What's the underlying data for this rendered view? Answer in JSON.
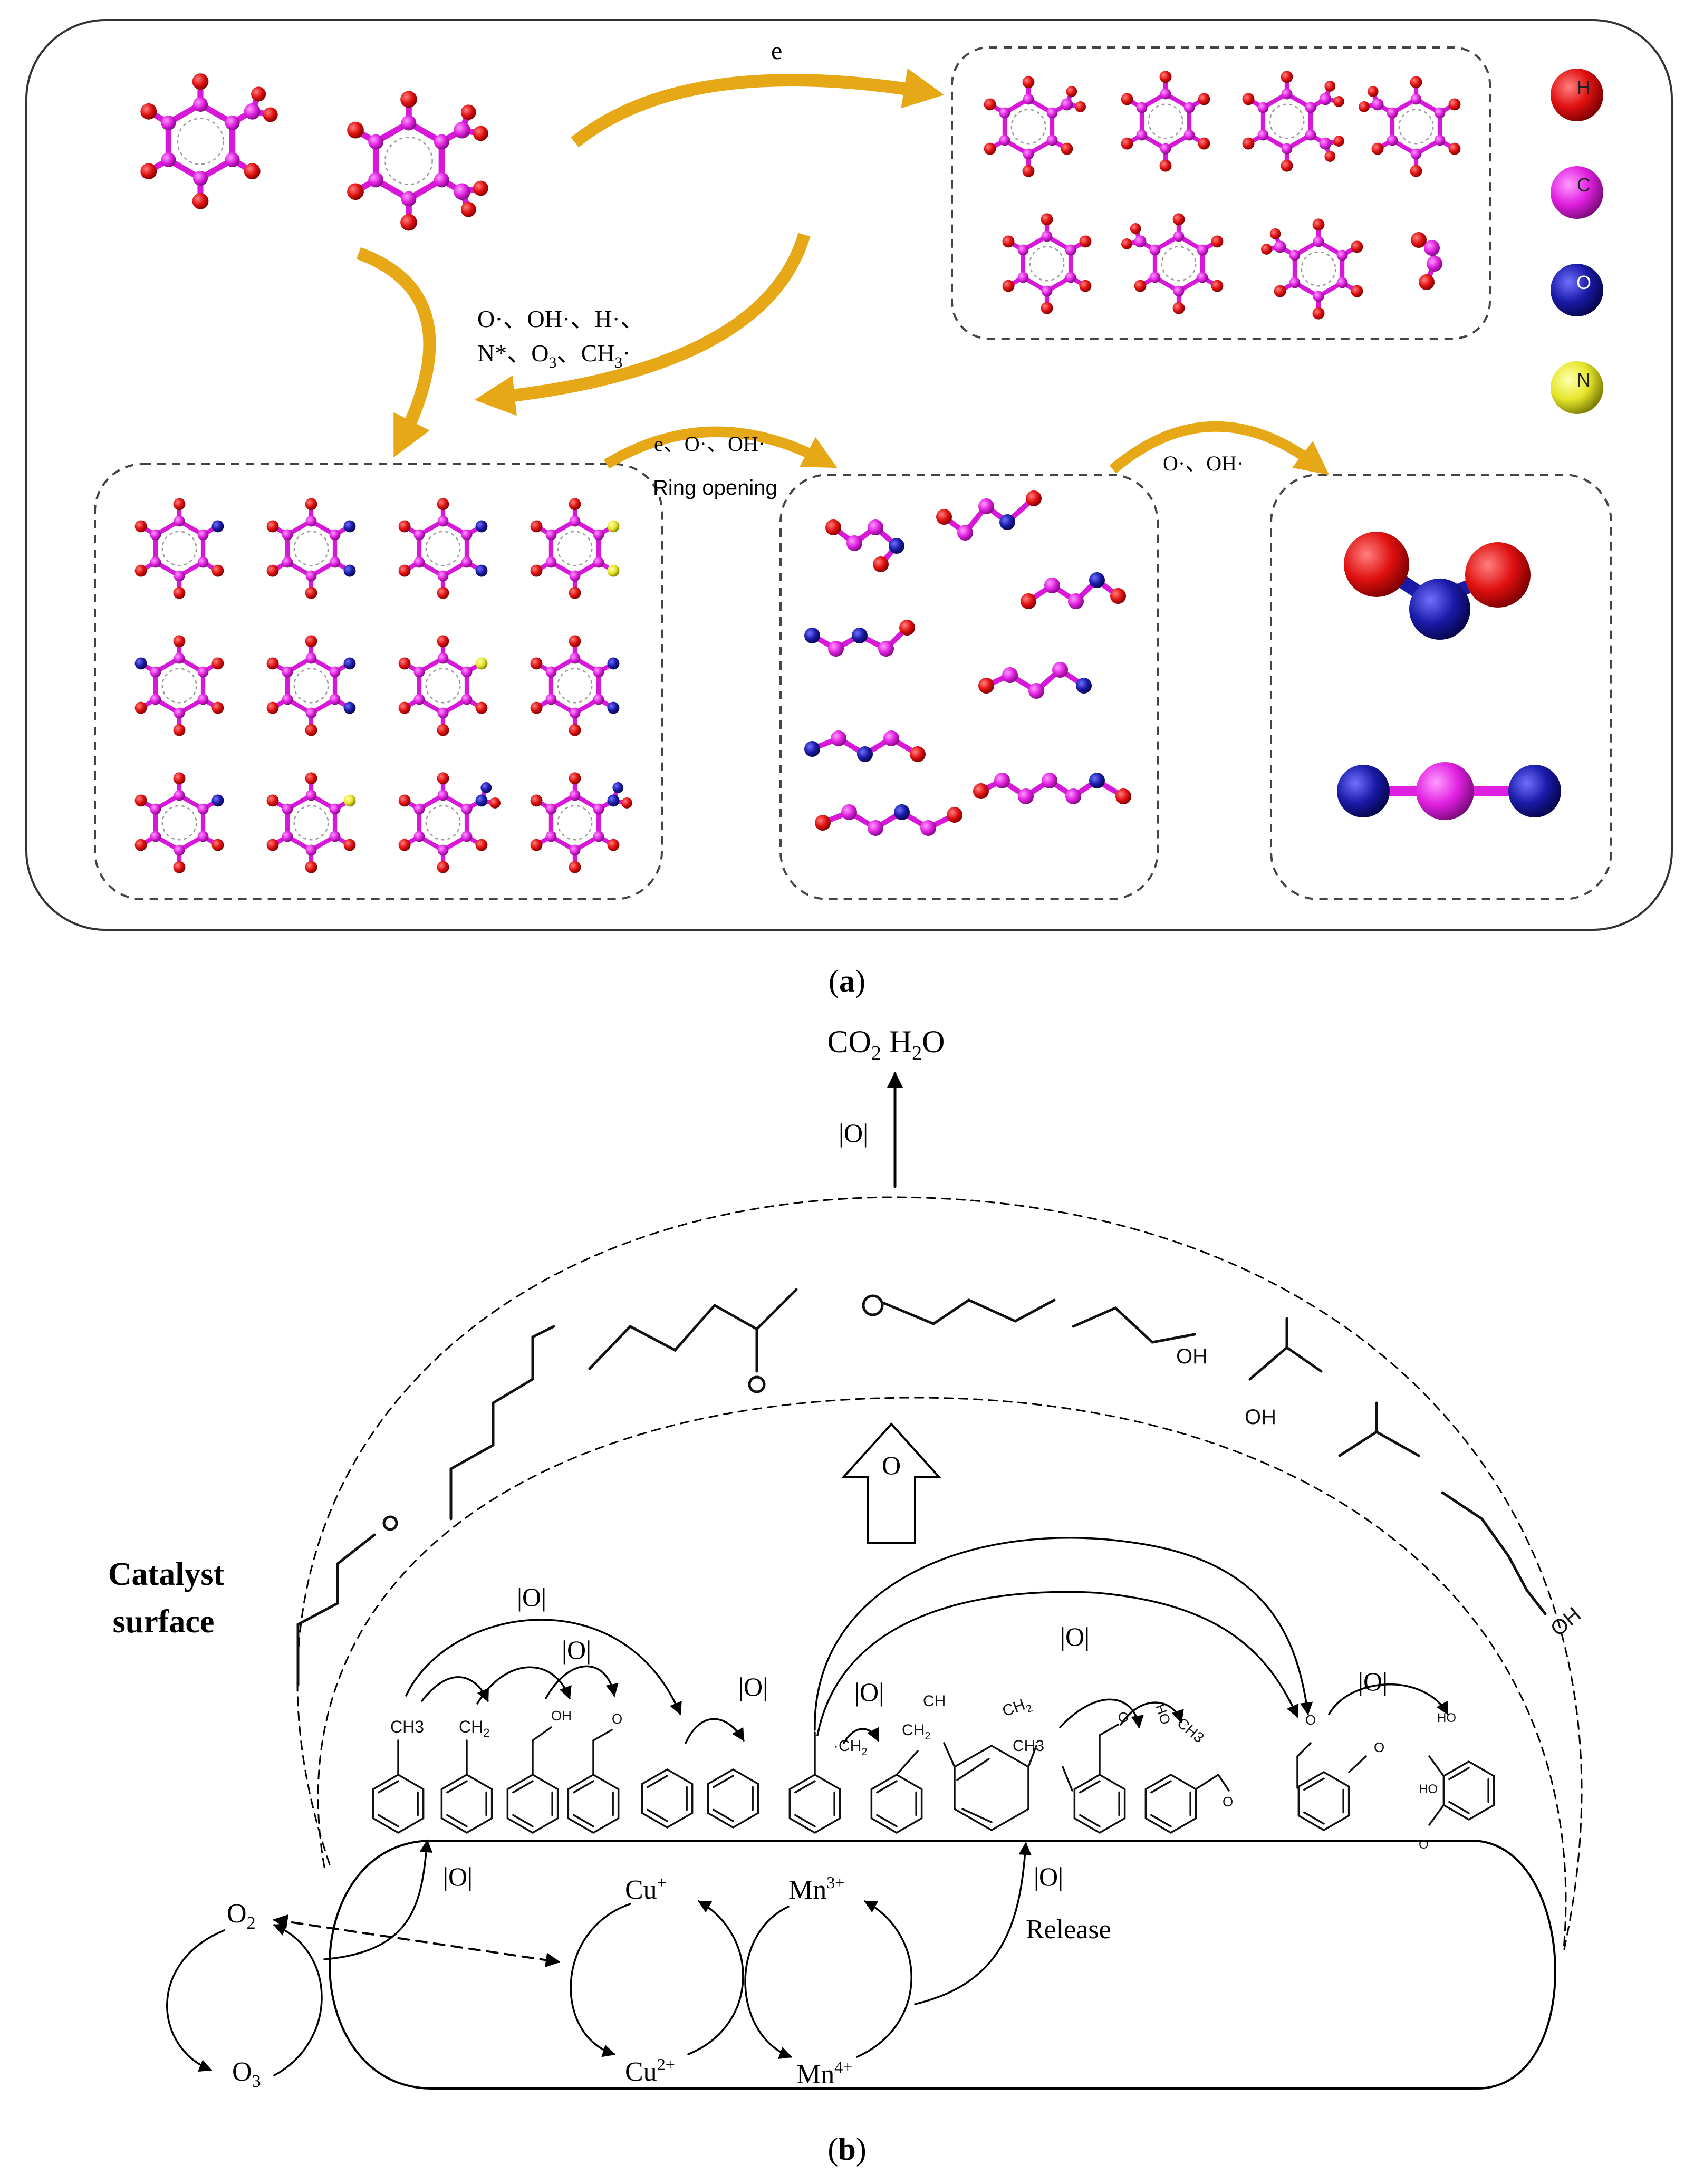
{
  "panel_a": {
    "label": "a",
    "arrow_top_label": "e",
    "species_line1": "O·、OH·、H·、",
    "species_line2_n": "N*、O",
    "species_line2_o3_sub": "3",
    "species_line2_ch": "、CH",
    "species_line2_ch_sub": "3",
    "species_line2_end": "·",
    "arrow_mid_label": "e、O·、OH·",
    "ring_opening": "Ring opening",
    "arrow_right_label": "O·、OH·",
    "legend": [
      {
        "letter": "H",
        "color": "#e01010"
      },
      {
        "letter": "C",
        "color": "#e020e0"
      },
      {
        "letter": "O",
        "color": "#1a1aa8"
      },
      {
        "letter": "N",
        "color": "#e6e62a"
      }
    ]
  },
  "panel_b": {
    "label": "b",
    "top_product_co": "CO",
    "top_product_co_sub": "2",
    "top_product_h": " H",
    "top_product_h_sub": "2",
    "top_product_o": "O",
    "oxygen_label": "|O|",
    "big_arrow_label": "O",
    "catalyst_line1": "Catalyst",
    "catalyst_line2": "surface",
    "o2": "O",
    "o2_sub": "2",
    "o3": "O",
    "o3_sub": "3",
    "cu_plus": "Cu",
    "cu_plus_sup": "+",
    "cu_2plus": "Cu",
    "cu_2plus_sup": "2+",
    "mn_3plus": "Mn",
    "mn_3plus_sup": "3+",
    "mn_4plus": "Mn",
    "mn_4plus_sup": "4+",
    "release": "Release",
    "mol_ch3": "CH3",
    "mol_ch2": "CH",
    "mol_ch2_sub": "2",
    "mol_oh": "OH",
    "mol_o": "O",
    "mol_ch2_radical": "·CH",
    "mol_ho": "HO"
  }
}
